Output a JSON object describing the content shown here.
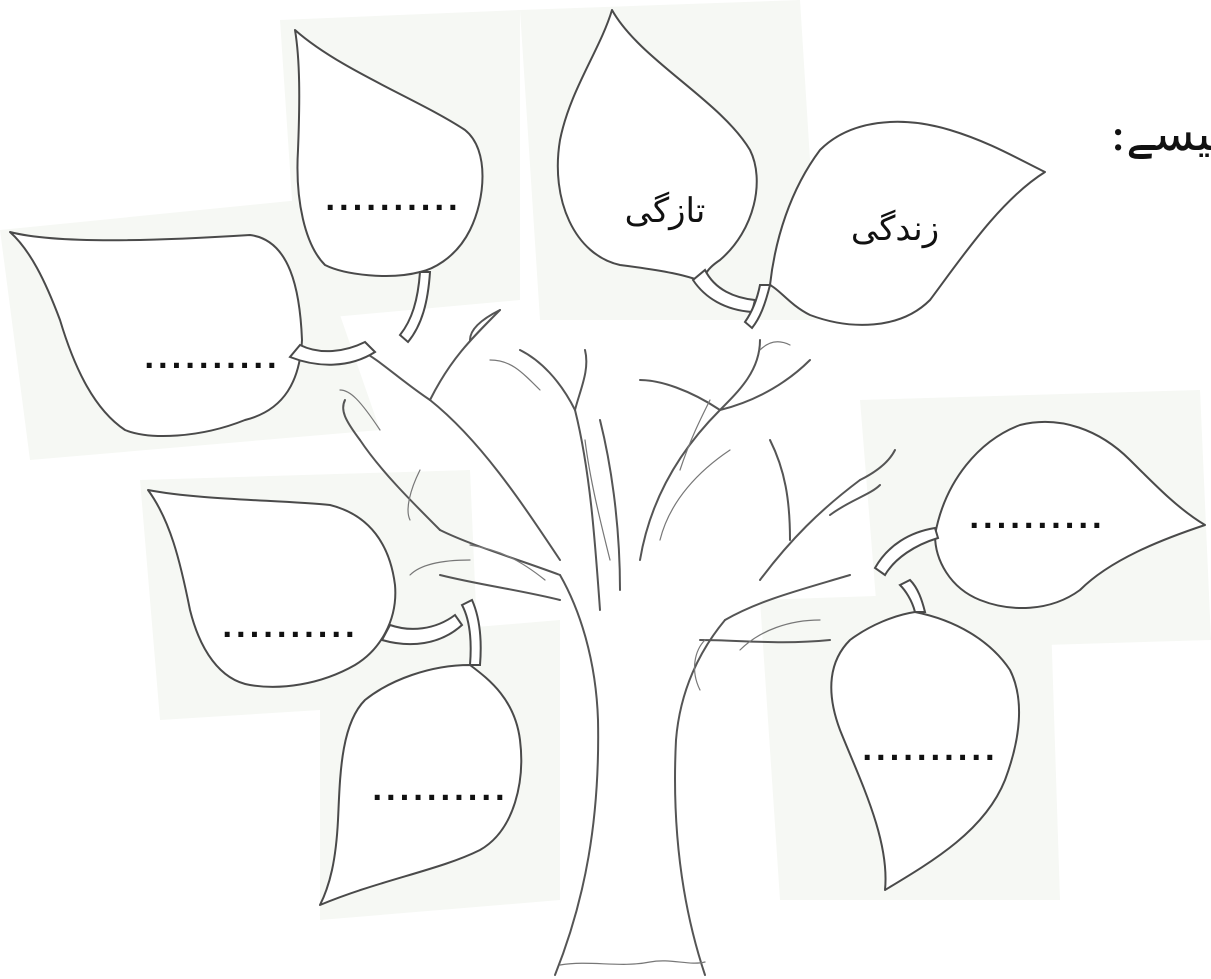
{
  "heading": "جیسے:",
  "leaves": [
    {
      "id": "leaf-top-center",
      "text": "تازگی"
    },
    {
      "id": "leaf-top-right",
      "text": "زندگی"
    },
    {
      "id": "leaf-left-upper",
      "text": ".........."
    },
    {
      "id": "leaf-left-middle",
      "text": ".........."
    },
    {
      "id": "leaf-left-lower",
      "text": ".........."
    },
    {
      "id": "leaf-bottom-left",
      "text": ".........."
    },
    {
      "id": "leaf-right-upper",
      "text": ".........."
    },
    {
      "id": "leaf-right-lower",
      "text": ".........."
    }
  ]
}
